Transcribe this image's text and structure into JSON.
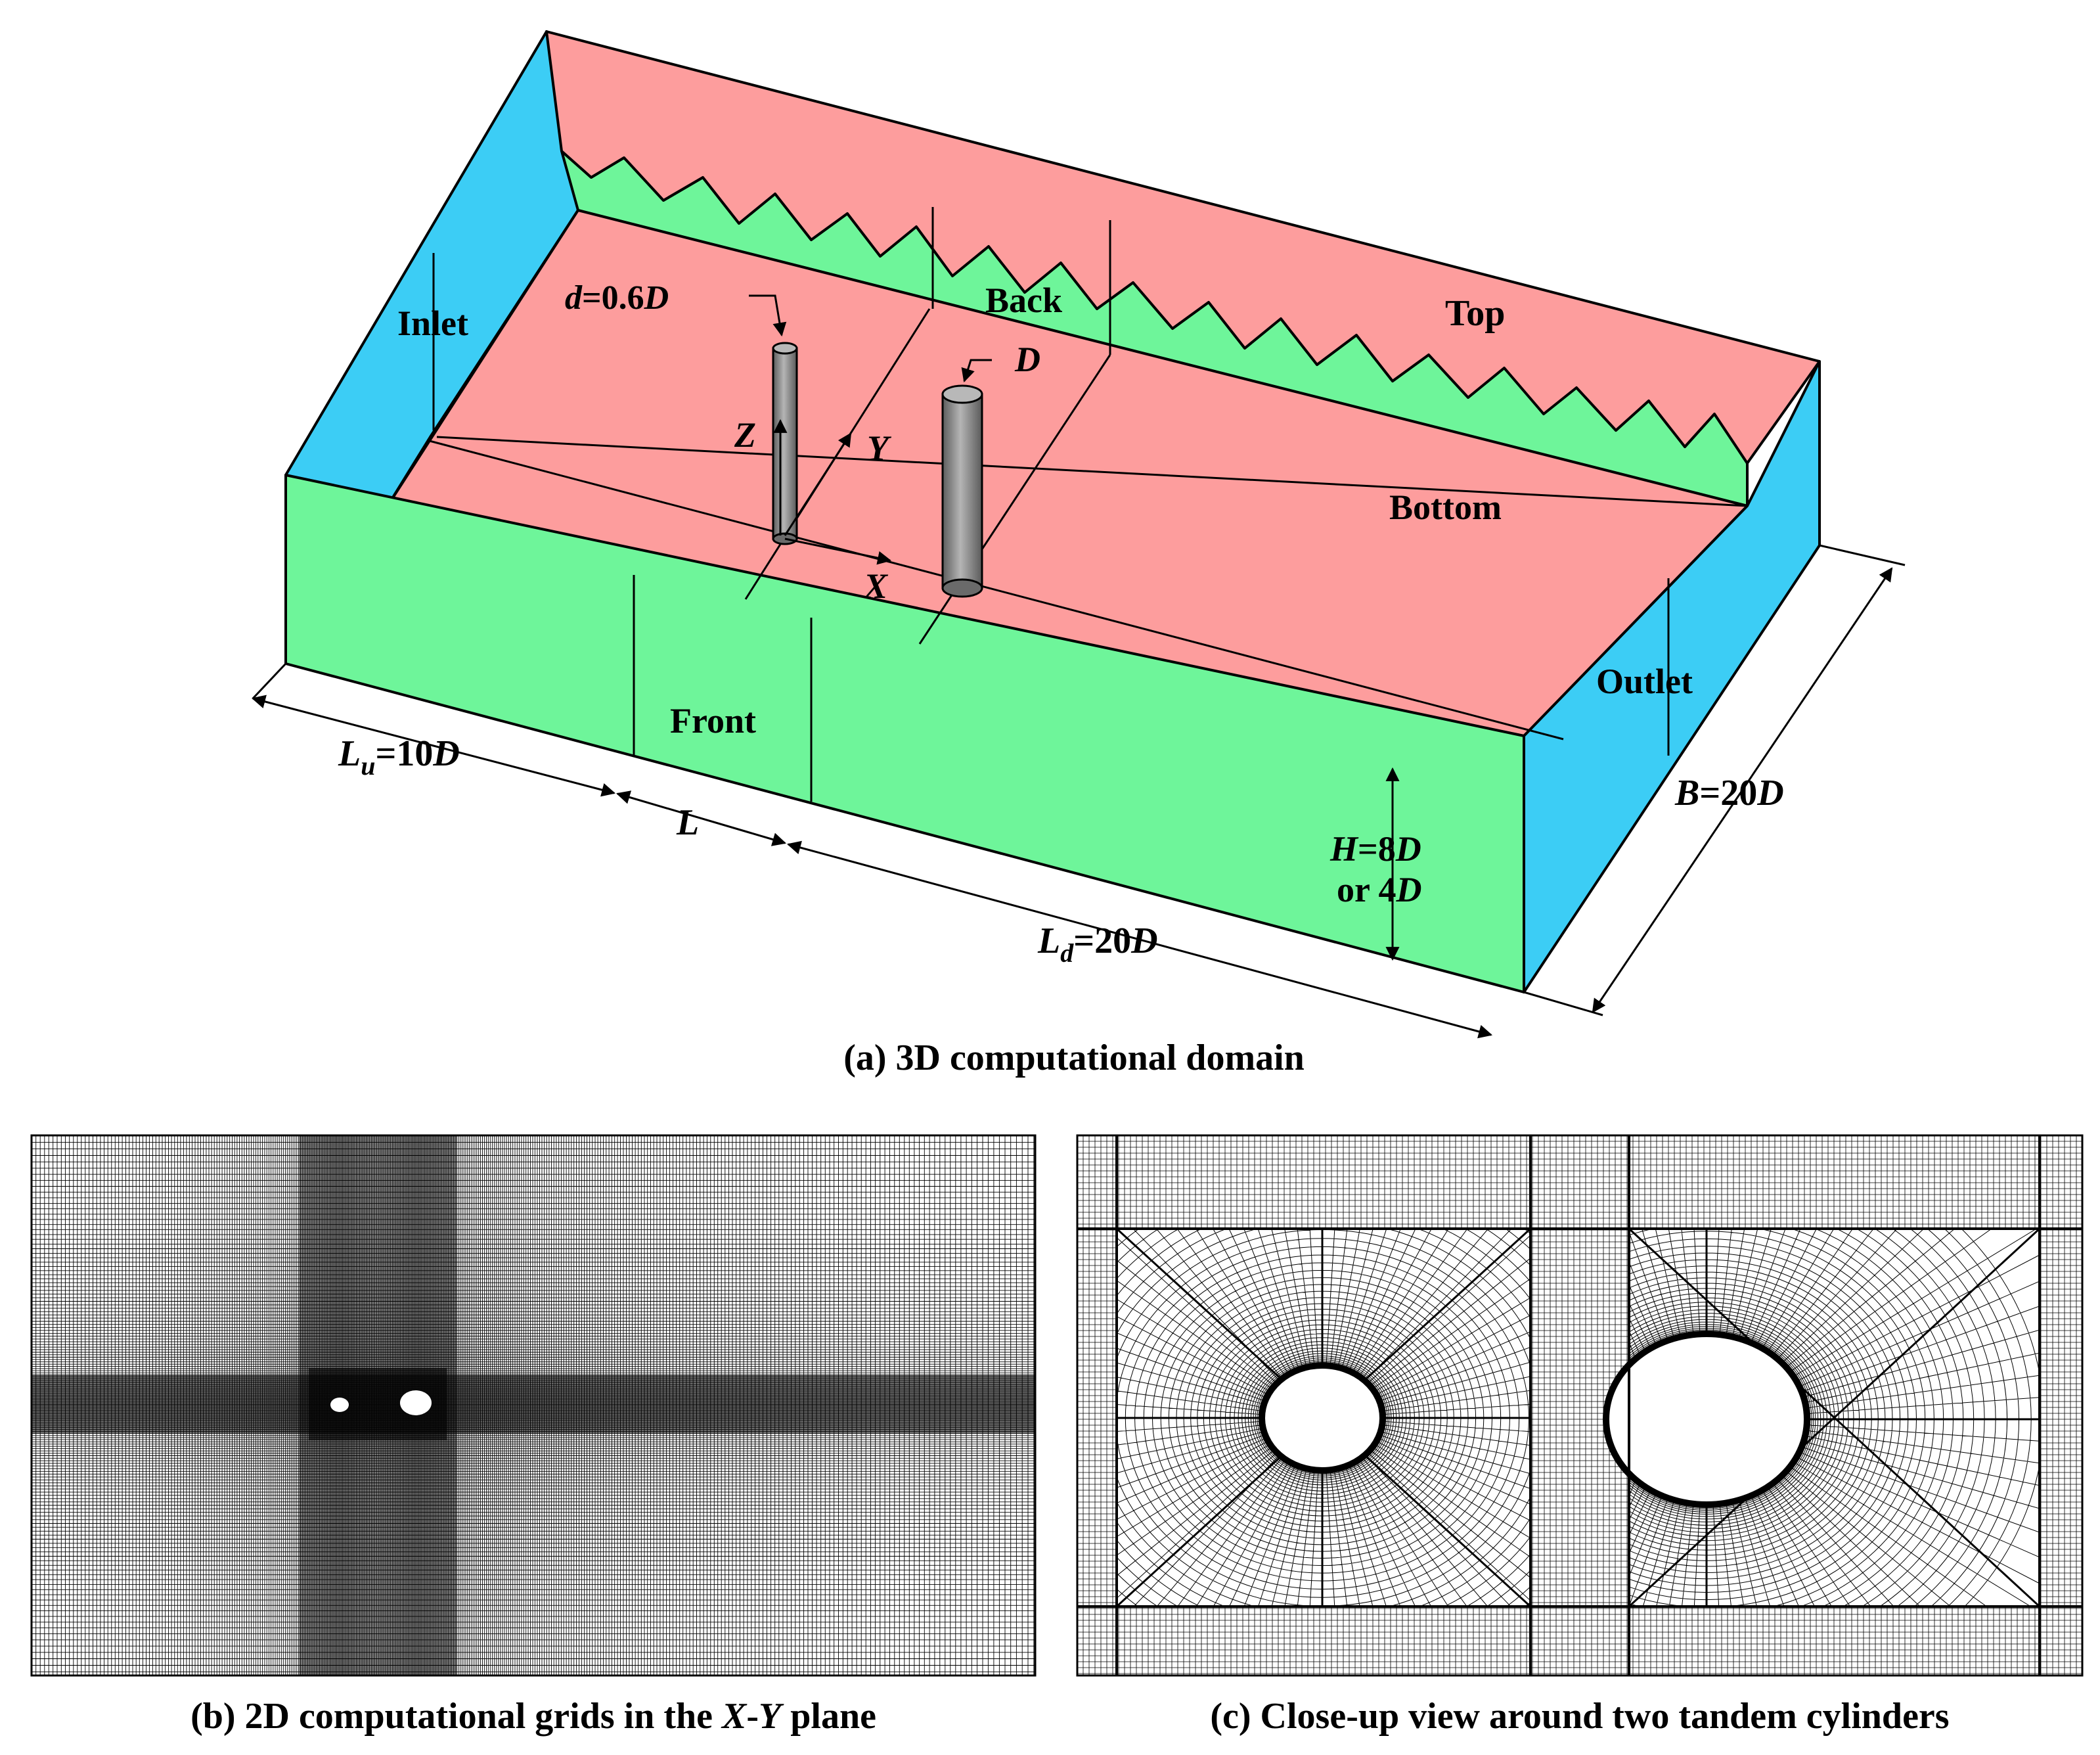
{
  "colors": {
    "inlet_outlet": "#3ccdf5",
    "wall_green": "#6ef59a",
    "top_bottom_pink": "#fd9d9d",
    "cylinder": "#8f8f8f",
    "grid_line": "#000000"
  },
  "domain_3d": {
    "boundary_labels": {
      "inlet": "Inlet",
      "outlet": "Outlet",
      "top": "Top",
      "bottom": "Bottom",
      "back": "Back",
      "front": "Front"
    },
    "small_cylinder": {
      "d": "d",
      "eq": "=0.6",
      "D": "D"
    },
    "large_cylinder": {
      "D": "D"
    },
    "axes": {
      "x": "X",
      "y": "Y",
      "z": "Z"
    },
    "dimensions": {
      "Lu": {
        "L": "L",
        "sub": "u",
        "value": "=10",
        "D": "D"
      },
      "L": {
        "L": "L"
      },
      "Ld": {
        "L": "L",
        "sub": "d",
        "value": "=20",
        "D": "D"
      },
      "H": {
        "H": "H",
        "value": "=8",
        "D": "D",
        "line2": "or 4",
        "D2": "D"
      },
      "B": {
        "B": "B",
        "value": "=20",
        "D": "D"
      }
    }
  },
  "captions": {
    "a": "(a) 3D computational domain",
    "b_prefix": "(b) 2D computational grids in the ",
    "b_x": "X",
    "b_dash": "-",
    "b_y": "Y",
    "b_suffix": " plane",
    "c": "(c) Close-up view around two tandem cylinders"
  }
}
